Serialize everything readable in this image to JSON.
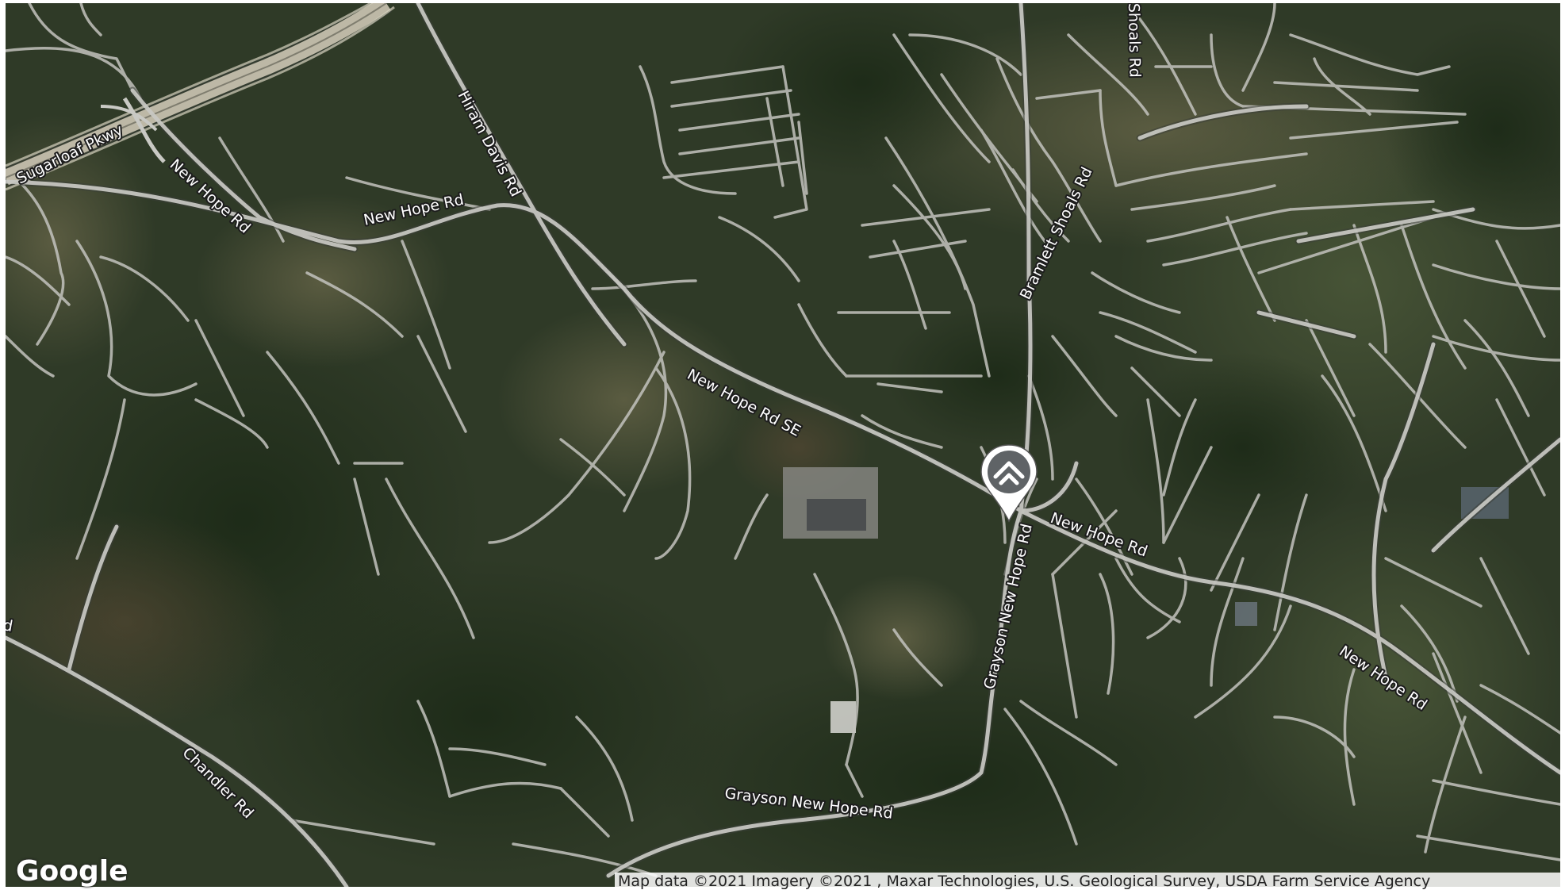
{
  "map": {
    "type": "satellite",
    "roads": {
      "sugarloaf": "Sugarloaf Pkwy",
      "new_hope_rd_nw": "New Hope Rd",
      "new_hope_rd_north": "New Hope Rd",
      "hiram_davis": "Hiram Davis Rd",
      "shoals_rd": "Shoals Rd",
      "bramlett": "Bramlett Shoals Rd",
      "new_hope_rd_se": "New Hope Rd SE",
      "new_hope_rd_east": "New Hope Rd",
      "new_hope_rd_far_east": "New Hope Rd",
      "grayson_new_hope_vertical": "Grayson New Hope Rd",
      "grayson_new_hope_horizontal": "Grayson New Hope Rd",
      "chandler": "Chandler Rd",
      "edge_fragment": "d"
    },
    "marker": {
      "icon": "location-pin-icon",
      "color": "#ffffff"
    }
  },
  "branding": {
    "logo_text": "Google"
  },
  "attribution": "Map data ©2021 Imagery ©2021 , Maxar Technologies, U.S. Geological Survey, USDA Farm Service Agency"
}
